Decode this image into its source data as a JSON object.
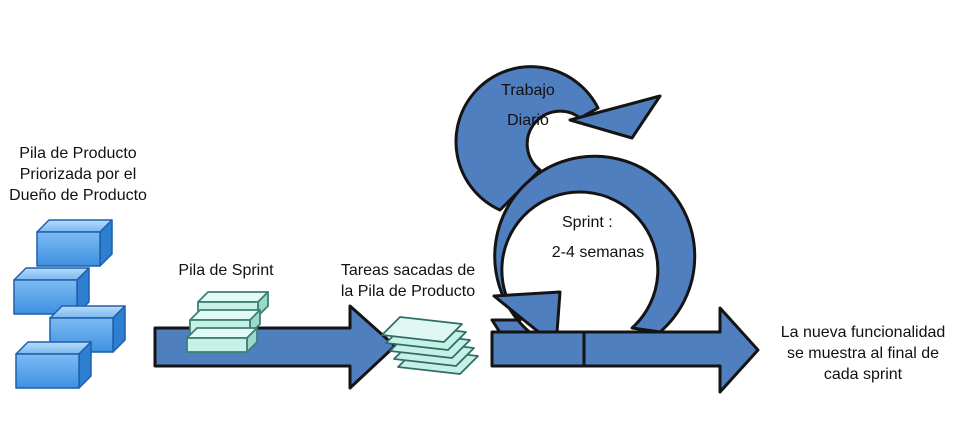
{
  "labels": {
    "product_backlog": [
      "Pila de Producto",
      "Priorizada por el",
      "Dueño de Producto"
    ],
    "sprint_backlog": "Pila de Sprint",
    "tasks": [
      "Tareas sacadas de",
      "la Pila de Producto"
    ],
    "daily_work": [
      "Trabajo",
      "Diario"
    ],
    "sprint": [
      "Sprint :",
      "2-4 semanas"
    ],
    "increment": [
      "La nueva funcionalidad",
      "se muestra al final de",
      "cada sprint"
    ]
  },
  "colors": {
    "arrow_fill": "#4f7fbf",
    "arrow_stroke": "#141414",
    "backlog_block": "#3d8fe0",
    "sprint_block": "#bfeee2",
    "sprint_block_stroke": "#3e7f77"
  }
}
